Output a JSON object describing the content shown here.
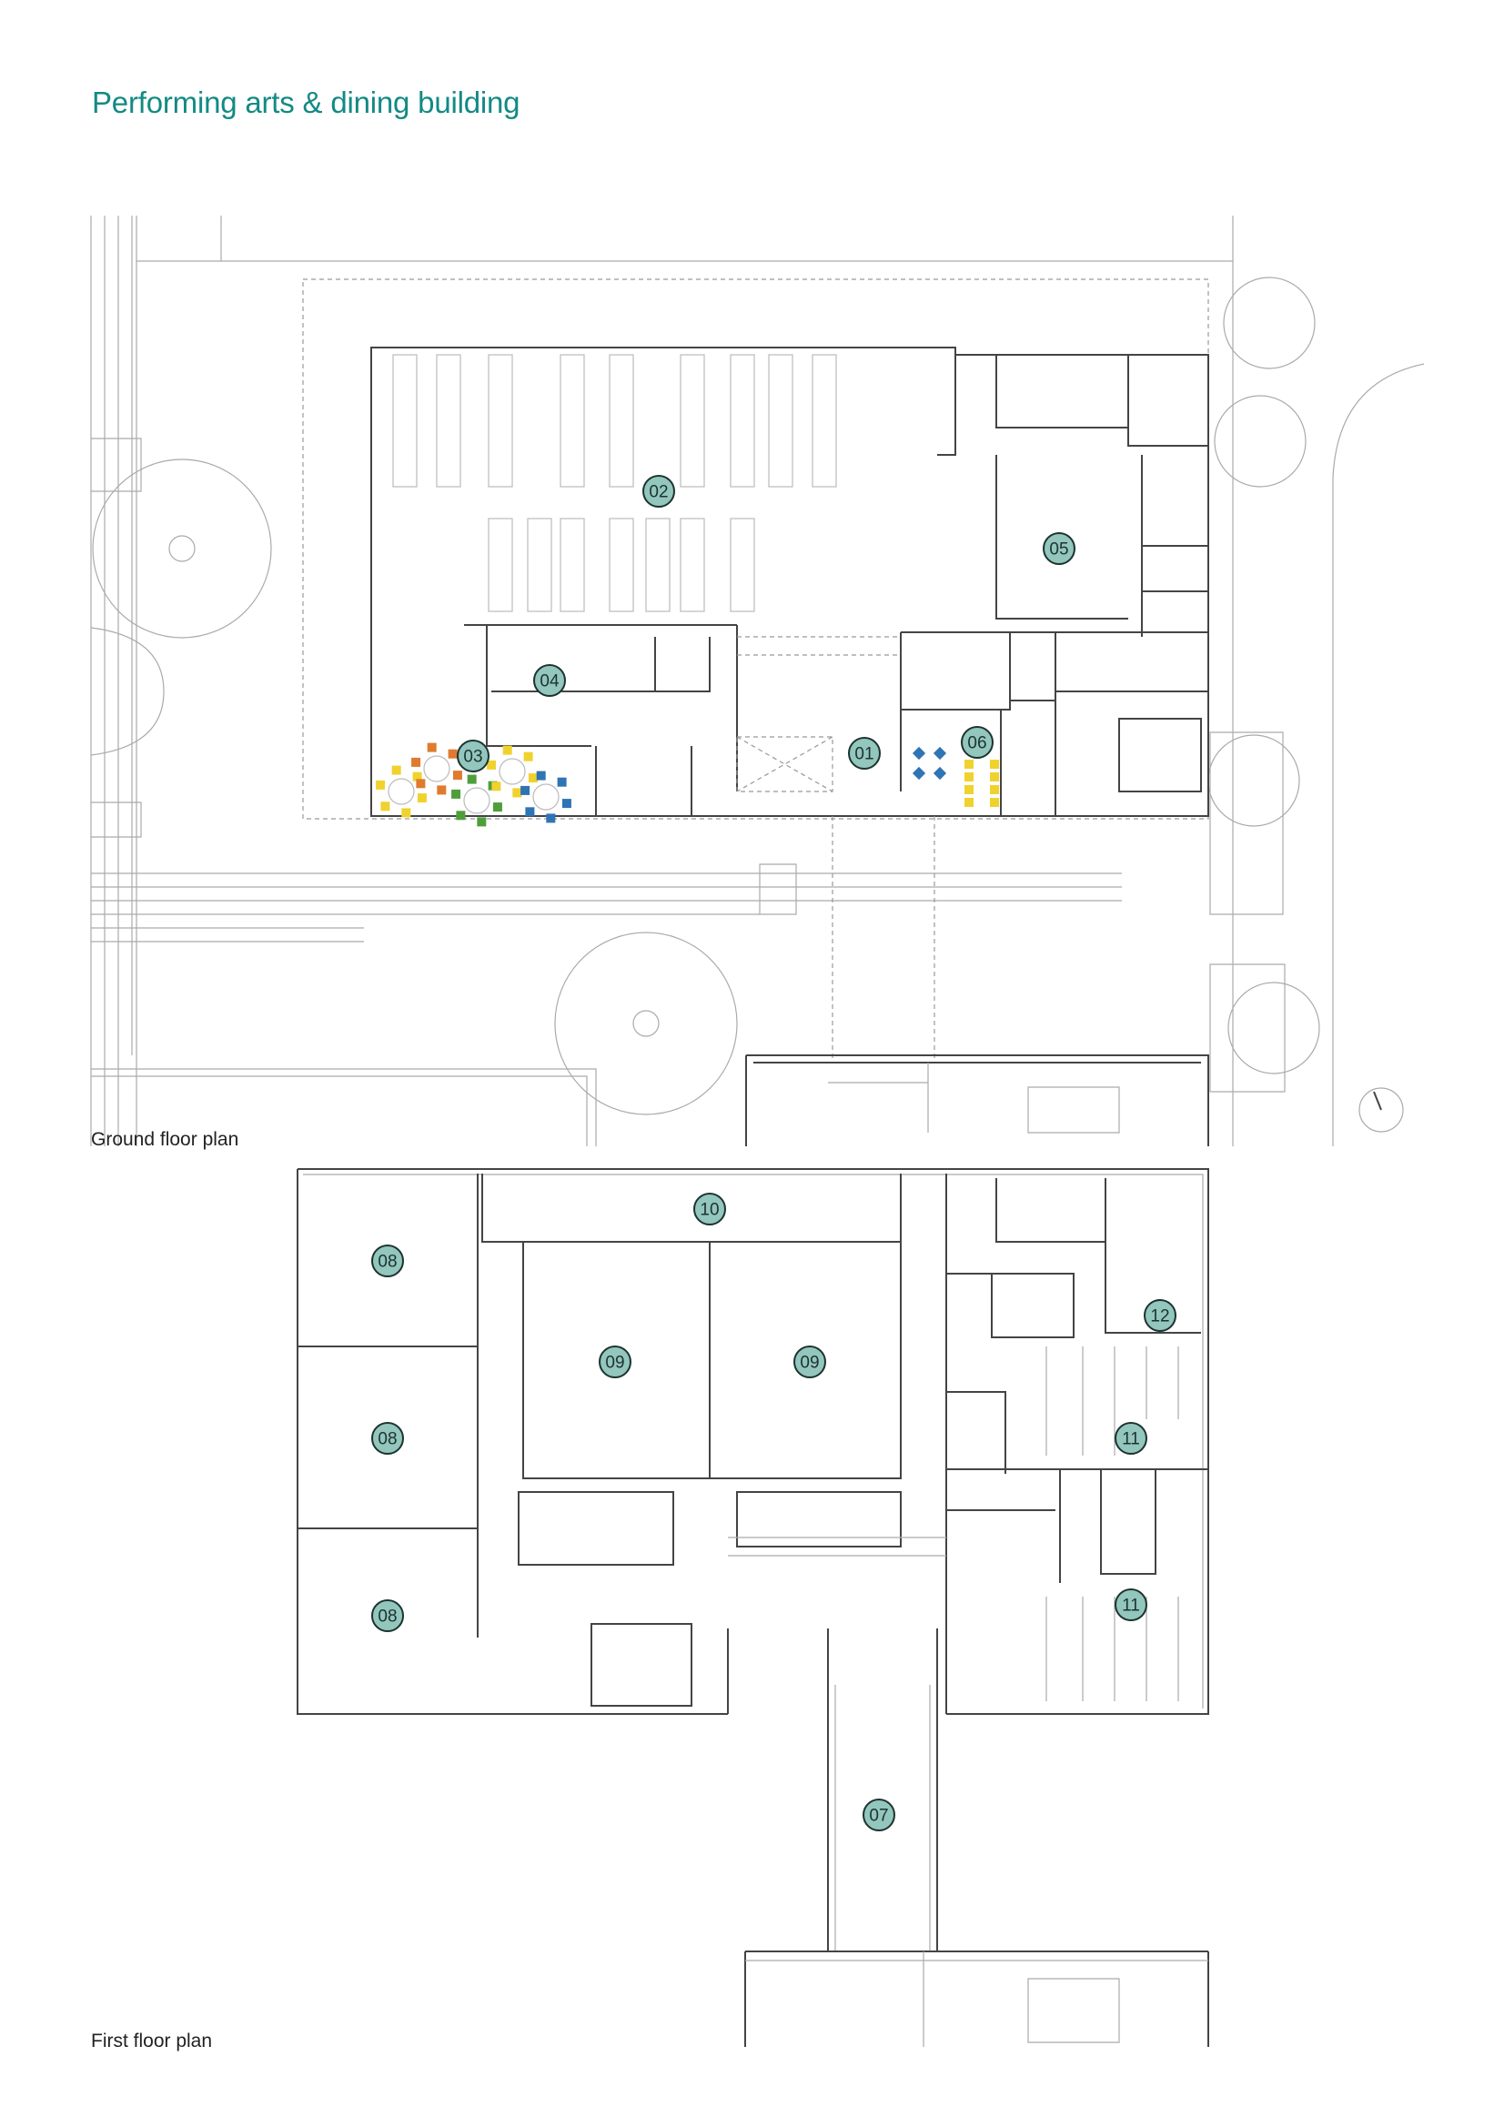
{
  "title": "Performing arts & dining building",
  "ground_floor": {
    "caption": "Ground floor plan",
    "rooms": [
      "01",
      "02",
      "03",
      "04",
      "05",
      "06"
    ]
  },
  "first_floor": {
    "caption": "First floor plan",
    "rooms": [
      "07",
      "08",
      "08",
      "08",
      "09",
      "09",
      "10",
      "11",
      "11",
      "12"
    ]
  },
  "colors": {
    "title": "#138a84",
    "room_marker": "#93c6bd",
    "chair_orange": "#e07a2e",
    "chair_yellow": "#f0d22e",
    "chair_green": "#4f9e3c",
    "chair_blue": "#2f74b5"
  }
}
